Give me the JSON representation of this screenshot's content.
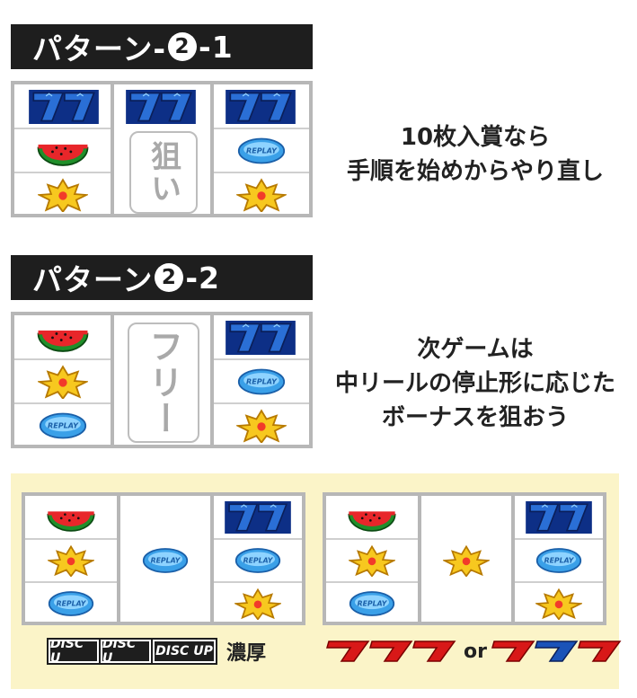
{
  "pattern1": {
    "title_prefix": "パターン-",
    "title_num": "2",
    "title_suffix": "-1",
    "aim_label": "狙い",
    "desc_lines": [
      "10枚入賞なら",
      "手順を始めからやり直し"
    ]
  },
  "pattern2": {
    "title_prefix": "パターン",
    "title_num": "2",
    "title_suffix": "-2",
    "free_label": "フリー",
    "desc_lines": [
      "次ゲームは",
      "中リールの停止形に応じた",
      "ボーナスを狙おう"
    ]
  },
  "bottom": {
    "tag1": "DISC U",
    "tag2": "DISC U",
    "tag3": "DISC UP",
    "strong_label": "濃厚",
    "or_label": "or"
  },
  "colors": {
    "header_bg": "#1e1e1e",
    "panel_bg": "#fbf4c8",
    "frame": "#b7b7b7"
  },
  "symbols": [
    "blue-seven-icon",
    "watermelon-icon",
    "bell-icon",
    "replay-icon",
    "red-seven-icon"
  ]
}
